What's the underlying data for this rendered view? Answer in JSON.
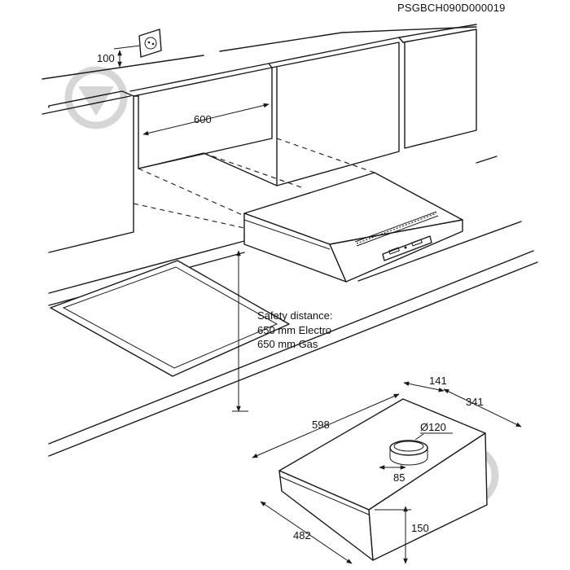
{
  "document_code": "PSGBCH090D000019",
  "install": {
    "socket_height": "100",
    "cabinet_width": "600",
    "safety_title": "Safety distance:",
    "safety_electro": "650 mm Electro",
    "safety_gas": "650 mm Gas"
  },
  "dimensions": {
    "width_598": "598",
    "depth_141": "141",
    "depth_341": "341",
    "outlet_diameter": "Ø120",
    "outlet_offset": "85",
    "bracket_482": "482",
    "height_150": "150"
  },
  "icons": [
    "socket-icon",
    "watermark-logo-icon"
  ]
}
